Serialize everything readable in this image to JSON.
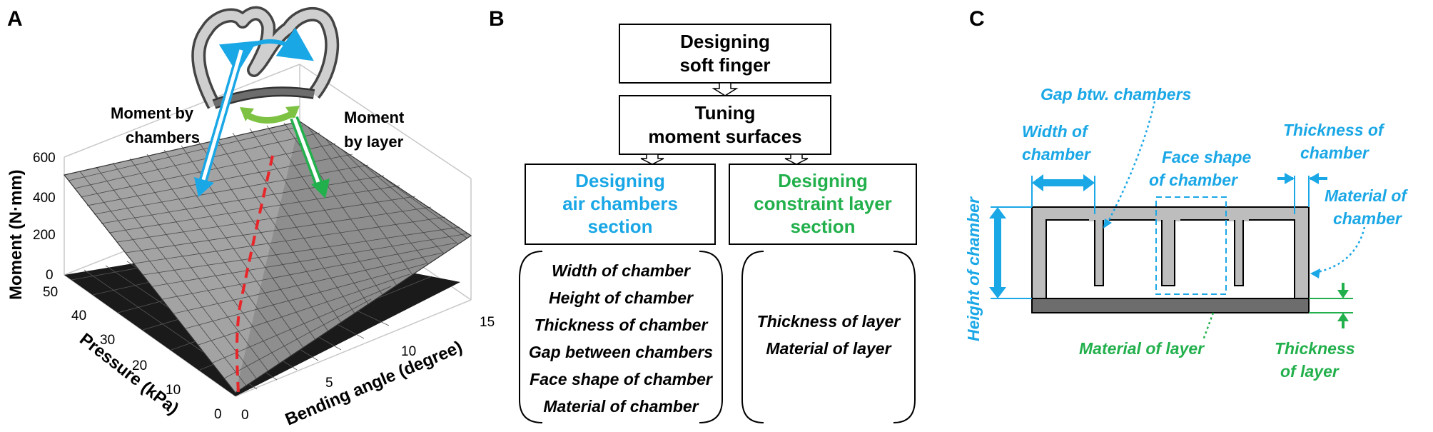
{
  "colors": {
    "blue": "#1aa7e6",
    "green": "#22b04c",
    "red": "#e8262a",
    "chamber_gray": "#bdbdbd",
    "layer_gray": "#6d6d6d"
  },
  "panel_a": {
    "letter": "A",
    "moment_chambers": [
      "Moment by",
      "chambers"
    ],
    "moment_layer": [
      "Moment",
      "by layer"
    ],
    "z_axis_title": "Moment (N·mm)",
    "z_ticks": [
      "600",
      "400",
      "200",
      "0"
    ],
    "pressure_title": "Pressure (kPa)",
    "pressure_ticks": [
      "50",
      "40",
      "30",
      "20",
      "10",
      "0"
    ],
    "bending_title": "Bending angle (degree)",
    "bending_ticks": [
      "0",
      "5",
      "10",
      "15"
    ]
  },
  "panel_b": {
    "letter": "B",
    "box1": [
      "Designing",
      "soft finger"
    ],
    "box2": [
      "Tuning",
      "moment surfaces"
    ],
    "box3": [
      "Designing",
      "air chambers",
      "section"
    ],
    "box4": [
      "Designing",
      "constraint layer",
      "section"
    ],
    "params_chamber": [
      "Width of chamber",
      "Height of chamber",
      "Thickness of chamber",
      "Gap between chambers",
      "Face shape of chamber",
      "Material of chamber"
    ],
    "params_layer": [
      "Thickness of layer",
      "Material of layer"
    ]
  },
  "panel_c": {
    "letter": "C",
    "gap": "Gap btw. chambers",
    "width": [
      "Width of",
      "chamber"
    ],
    "face": [
      "Face shape",
      "of chamber"
    ],
    "thickness_chamber": [
      "Thickness of",
      "chamber"
    ],
    "material_chamber": [
      "Material of",
      "chamber"
    ],
    "height": "Height of chamber",
    "material_layer": "Material of layer",
    "thickness_layer": [
      "Thickness",
      "of  layer"
    ]
  }
}
